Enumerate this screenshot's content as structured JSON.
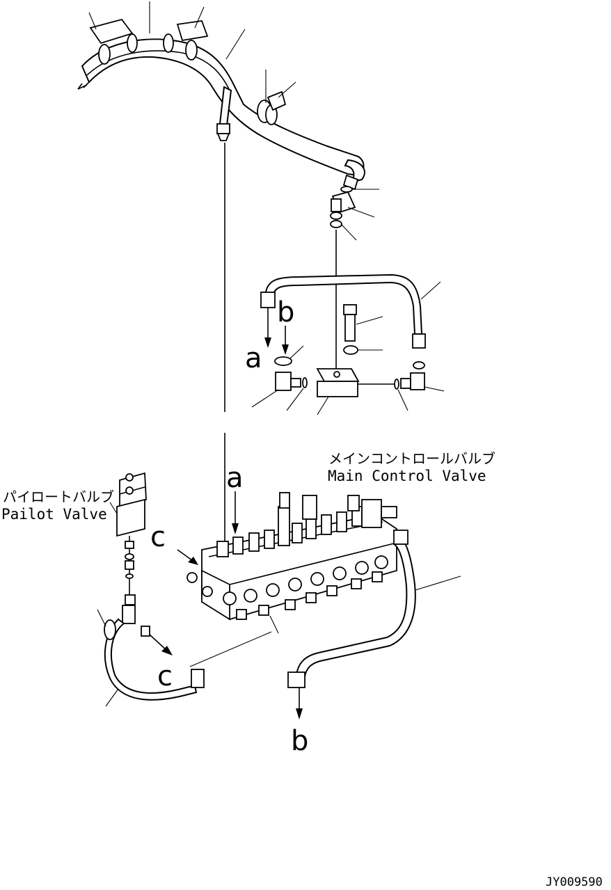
{
  "diagram": {
    "labels": {
      "main_valve_jp": "メインコントロールバルブ",
      "main_valve_en": "Main Control Valve",
      "pilot_valve_jp": "パイロートバルブ",
      "pilot_valve_en": "Pailot Valve",
      "drawing_id": "JY009590"
    },
    "callouts": {
      "a_top": "a",
      "b_top": "b",
      "a_main": "a",
      "b_bottom": "b",
      "c_top": "c",
      "c_bottom": "c"
    }
  }
}
